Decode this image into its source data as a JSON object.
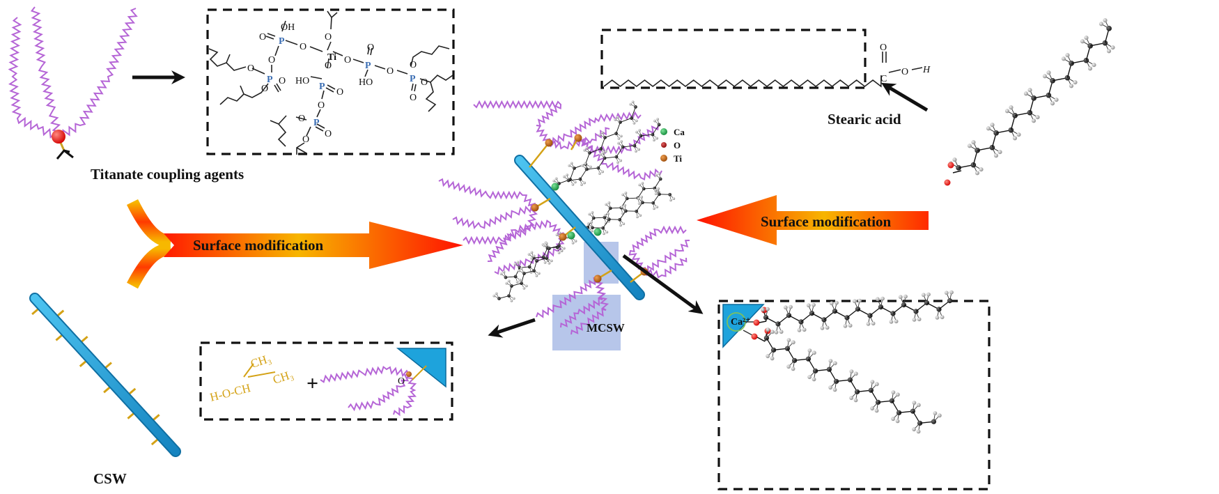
{
  "figure": {
    "labels": {
      "titanate": "Titanate coupling agents",
      "stearic": "Stearic acid",
      "surface_left": "Surface modification",
      "surface_right": "Surface modification",
      "csw": "CSW",
      "mcsw": "MCSW"
    },
    "legend": [
      {
        "symbol": "Ca",
        "color": "#22a652"
      },
      {
        "symbol": "O",
        "color": "#b01515"
      },
      {
        "symbol": "Ti",
        "color": "#c56a1a"
      }
    ],
    "titanate_structure": {
      "atoms": {
        "ti": "Ti",
        "p": "P",
        "o": "O",
        "oh": "OH",
        "ho": "HO"
      }
    },
    "stearic_structure": {
      "c": "C",
      "o": "O",
      "h": "H"
    },
    "byproduct": {
      "ch3_a": "CH₃",
      "ch3_b": "CH₃",
      "hoch": "H-O-CH",
      "plus": "+",
      "o": "O"
    },
    "calcium_detail": {
      "ion": "Ca²⁺"
    },
    "colors": {
      "whisker": "#1ea3dc",
      "chain": "#b565d6",
      "arrow_red": "#ff1a00",
      "arrow_yellow": "#f7c200",
      "highlight": "#9fb3e3"
    }
  }
}
